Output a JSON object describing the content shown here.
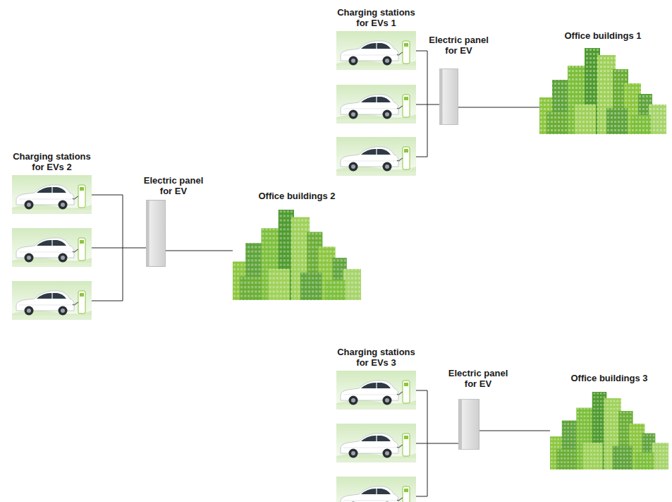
{
  "diagram": {
    "nodes": [
      {
        "text": [
          "Charging stations for EVs 1"
        ]
      },
      {
        "text": [
          "Electric panel for EV"
        ]
      },
      {
        "text": [
          "Office buildings 1"
        ]
      },
      {
        "text": [
          "Charging stations for EVs 2"
        ]
      },
      {
        "text": [
          "Electric panel for EV"
        ]
      },
      {
        "text": [
          "Office buildings 2"
        ]
      },
      {
        "text": [
          "Charging stations for EVs 3"
        ]
      },
      {
        "text": [
          "Electric panel for EV"
        ]
      },
      {
        "text": [
          "Office buildings 3"
        ]
      }
    ],
    "edges": [
      {
        "from": 0,
        "to": 1,
        "arrow": "none"
      },
      {
        "from": 1,
        "to": 2,
        "arrow": "none"
      },
      {
        "from": 3,
        "to": 4,
        "arrow": "none"
      },
      {
        "from": 4,
        "to": 5,
        "arrow": "none"
      },
      {
        "from": 6,
        "to": 7,
        "arrow": "none"
      },
      {
        "from": 7,
        "to": 8,
        "arrow": "none"
      }
    ]
  }
}
